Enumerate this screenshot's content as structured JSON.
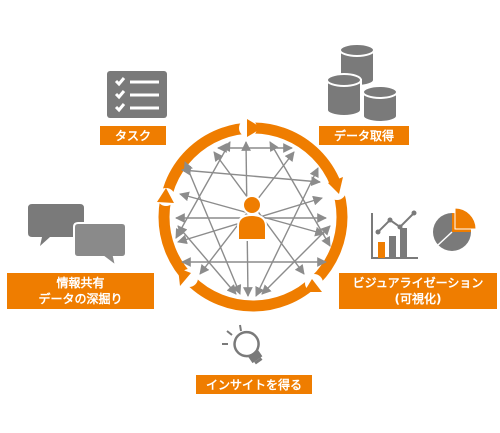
{
  "colors": {
    "accent": "#ef7d00",
    "icon_gray": "#7a7a7a",
    "arrow_gray": "#8c8c8c",
    "white": "#ffffff"
  },
  "center": {
    "icon": "person-icon"
  },
  "nodes": {
    "task": {
      "label": "タスク",
      "icon": "checklist-icon"
    },
    "data": {
      "label": "データ取得",
      "icon": "database-icon"
    },
    "viz": {
      "line1": "ビジュアライゼーション",
      "line2": "(可視化)",
      "icons": [
        "chart-icon",
        "pie-chart-icon"
      ]
    },
    "insight": {
      "label": "インサイトを得る",
      "icon": "lightbulb-icon"
    },
    "share": {
      "line1": "情報共有",
      "line2": "データの深掘り",
      "icon": "chat-bubbles-icon"
    }
  }
}
